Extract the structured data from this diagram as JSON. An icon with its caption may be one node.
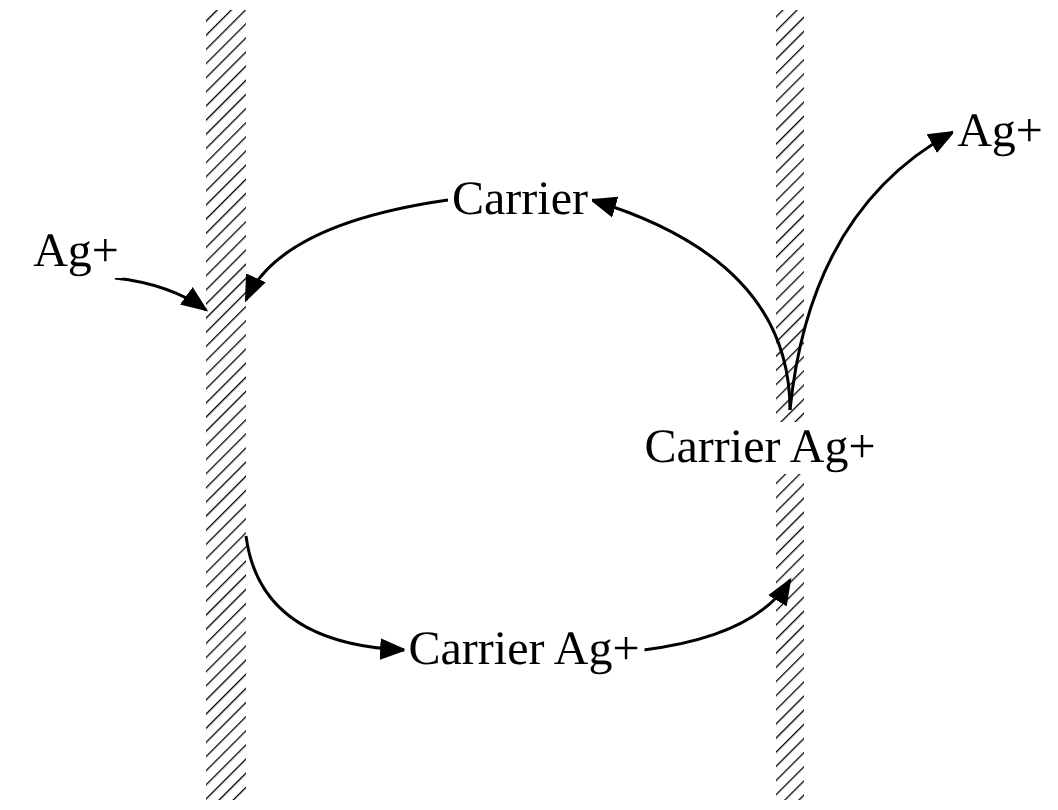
{
  "diagram": {
    "nodes": [
      {
        "text": [
          "Ag+"
        ]
      },
      {
        "text": [
          "Carrier"
        ]
      },
      {
        "text": [
          "Ag+"
        ]
      },
      {
        "text": [
          "Carrier Ag+"
        ]
      },
      {
        "text": [
          "Carrier Ag+"
        ]
      },
      {
        "text": [],
        "shape": "bar"
      },
      {
        "text": [],
        "shape": "bar"
      }
    ],
    "edges": [
      {
        "from": 0,
        "to": 5,
        "arrow": "to"
      },
      {
        "from": 1,
        "to": 5,
        "arrow": "to"
      },
      {
        "from": 5,
        "to": 4,
        "arrow": "to"
      },
      {
        "from": 4,
        "to": 6,
        "arrow": "to"
      },
      {
        "from": 6,
        "to": 1,
        "arrow": "to"
      },
      {
        "from": 6,
        "to": 2,
        "arrow": "to"
      }
    ]
  }
}
